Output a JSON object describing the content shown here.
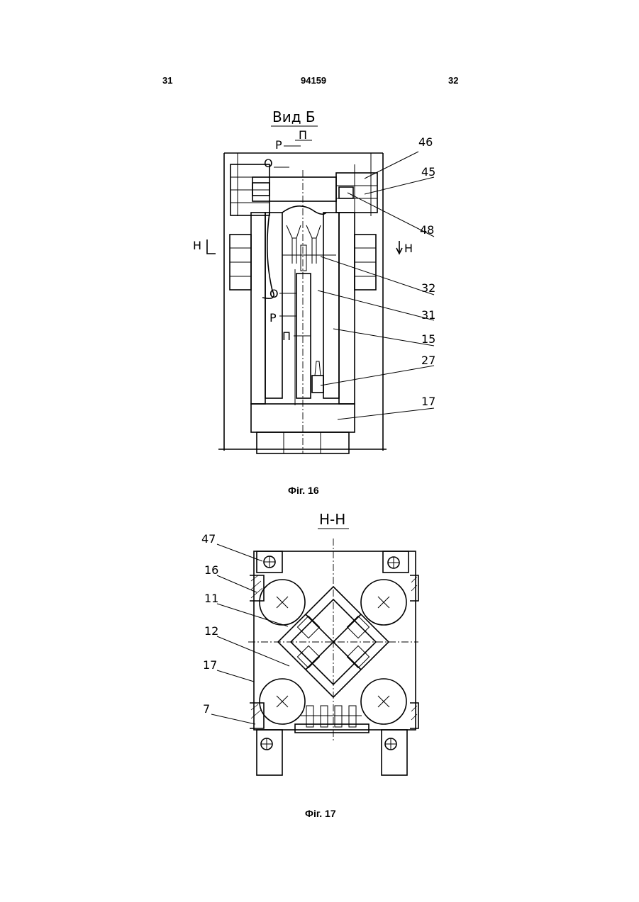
{
  "header": {
    "page_left": "31",
    "patent_number": "94159",
    "page_right": "32"
  },
  "figure16": {
    "view_title": "Вид Б",
    "caption": "Фіг. 16",
    "section_marks": [
      "Н",
      "Н"
    ],
    "dimension_letters": [
      "П",
      "Р",
      "О",
      "О",
      "Р",
      "П"
    ],
    "callouts": [
      "46",
      "45",
      "48",
      "32",
      "31",
      "15",
      "27",
      "17"
    ]
  },
  "figure17": {
    "section_title": "Н-Н",
    "caption": "Фіг. 17",
    "callouts": [
      "47",
      "16",
      "11",
      "12",
      "17",
      "7"
    ]
  }
}
